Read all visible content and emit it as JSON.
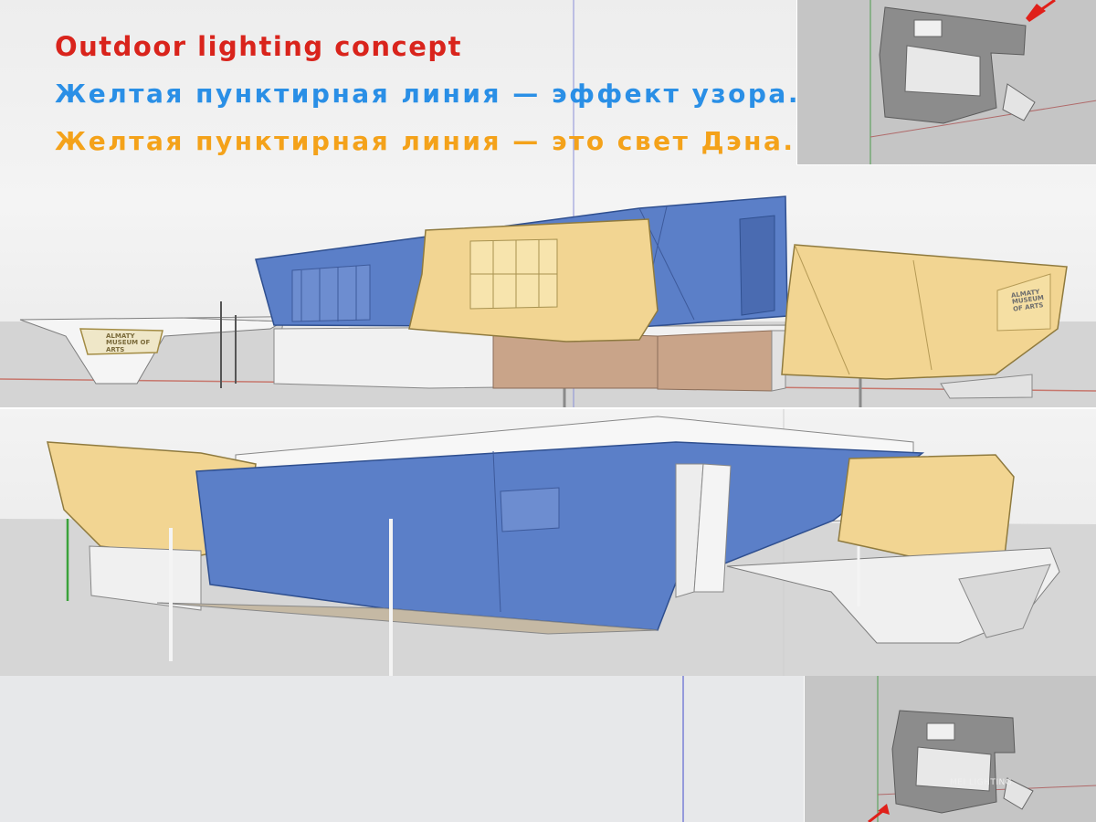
{
  "captions": {
    "title": "Outdoor lighting concept",
    "line_blue": "Желтая пунктирная линия — эффект узора.",
    "line_orange": "Желтая пунктирная линия — это свет Дэна."
  },
  "signs": {
    "left_sign": "ALMATY MUSEUM OF ARTS",
    "right_sign": "ALMATY MUSEUM OF ARTS"
  },
  "watermark": "MEI LIGHTING",
  "colors": {
    "title": "#d9241c",
    "blue_caption": "#2a8fe6",
    "orange_caption": "#f4a21a",
    "blue_volume": "#5b7fc8",
    "yellow_volume": "#f2d592",
    "brown_base": "#c9a489",
    "pointer_arrow": "#e0201a"
  },
  "icons": {
    "pointer": "red-arrow-icon"
  }
}
